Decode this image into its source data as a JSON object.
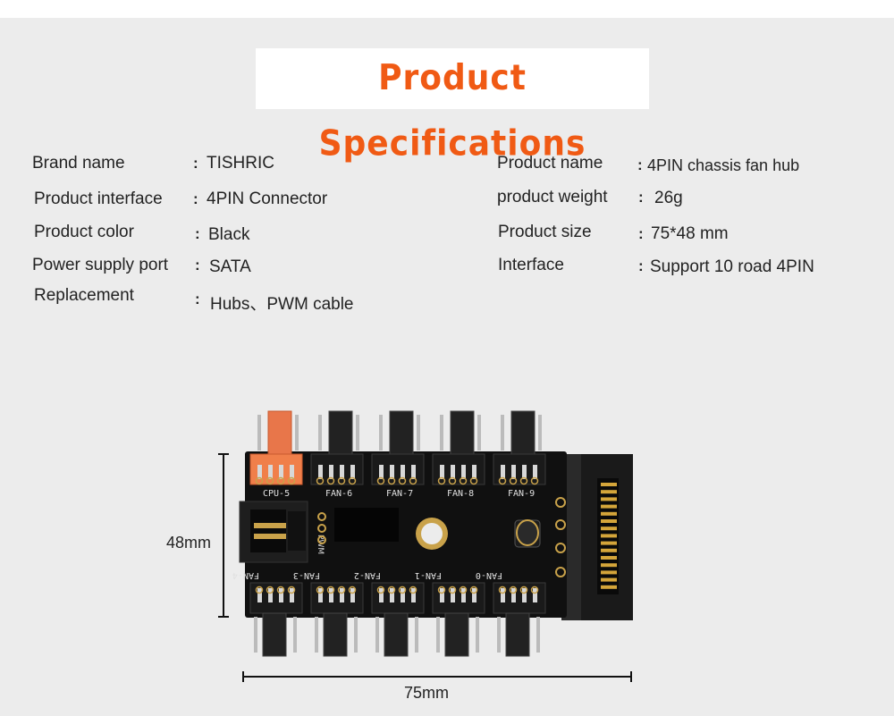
{
  "title": "Product Specifications",
  "specs_left": [
    {
      "label": "Brand name",
      "value": "TISHRIC"
    },
    {
      "label": "Product interface",
      "value": "4PIN Connector"
    },
    {
      "label": "Product color",
      "value": "Black"
    },
    {
      "label": "Power supply port",
      "value": "SATA"
    },
    {
      "label": "Replacement",
      "value": "Hubs、PWM cable"
    }
  ],
  "specs_right": [
    {
      "label": "Product name",
      "value": "4PIN chassis fan hub"
    },
    {
      "label": "product weight",
      "value": "26g"
    },
    {
      "label": "Product size",
      "value": "75*48 mm"
    },
    {
      "label": "Interface",
      "value": "Support 10 road 4PIN"
    }
  ],
  "colon": ":",
  "dimensions": {
    "height": "48mm",
    "width": "75mm"
  },
  "board": {
    "pwm_label": "PWM",
    "top_headers": [
      "CPU-5",
      "FAN-6",
      "FAN-7",
      "FAN-8",
      "FAN-9"
    ],
    "bottom_headers": [
      "FAN-4",
      "FAN-3",
      "FAN-2",
      "FAN-1",
      "FAN-0"
    ]
  },
  "colors": {
    "accent": "#f05a14",
    "board": "#111111",
    "panel": "#ececec"
  }
}
